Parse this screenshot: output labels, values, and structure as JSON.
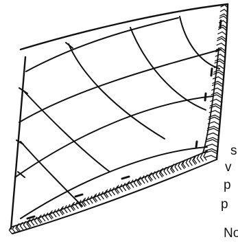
{
  "colors": {
    "ink": "#111111",
    "background": "#ffffff"
  },
  "edge_text": {
    "t1": "s",
    "t2": "v",
    "t3": "p",
    "t4": "p",
    "t5": "No"
  }
}
